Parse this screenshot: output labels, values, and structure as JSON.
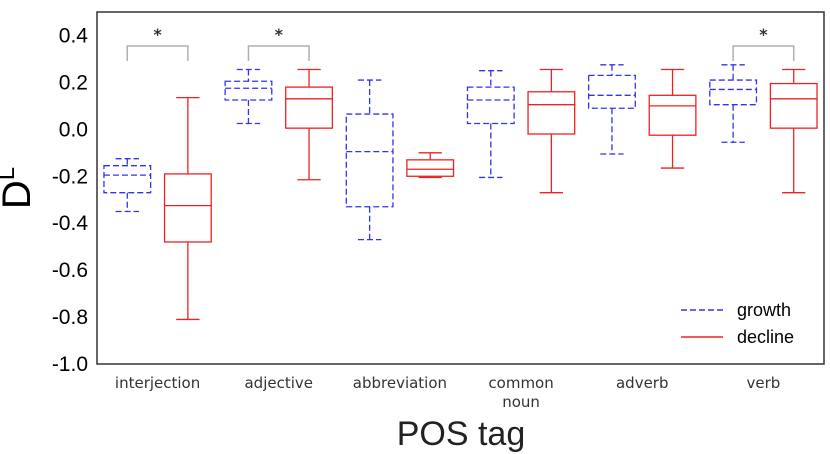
{
  "chart_data": {
    "type": "box",
    "xlabel": "POS tag",
    "ylabel": "D",
    "ylabel_superscript": "L",
    "ylim": [
      -1.0,
      0.5
    ],
    "yticks": [
      0.4,
      0.2,
      0.0,
      -0.2,
      -0.4,
      -0.6,
      -0.8,
      -1.0
    ],
    "ytick_labels": [
      "0.4",
      "0.2",
      "0.0",
      "-0.2",
      "-0.4",
      "-0.6",
      "-0.8",
      "-1.0"
    ],
    "categories": [
      {
        "label": "interjection",
        "label_lines": [
          "interjection"
        ]
      },
      {
        "label": "adjective",
        "label_lines": [
          "adjective"
        ]
      },
      {
        "label": "abbreviation",
        "label_lines": [
          "abbreviation"
        ]
      },
      {
        "label": "common noun",
        "label_lines": [
          "common",
          "noun"
        ]
      },
      {
        "label": "adverb",
        "label_lines": [
          "adverb"
        ]
      },
      {
        "label": "verb",
        "label_lines": [
          "verb"
        ]
      }
    ],
    "series": [
      {
        "name": "growth",
        "color": "#3333ee",
        "dashed": true,
        "boxes": [
          {
            "whislo": -0.35,
            "q1": -0.27,
            "med": -0.195,
            "q3": -0.155,
            "whishi": -0.125
          },
          {
            "whislo": 0.025,
            "q1": 0.125,
            "med": 0.175,
            "q3": 0.205,
            "whishi": 0.255
          },
          {
            "whislo": -0.47,
            "q1": -0.33,
            "med": -0.095,
            "q3": 0.065,
            "whishi": 0.21
          },
          {
            "whislo": -0.205,
            "q1": 0.025,
            "med": 0.125,
            "q3": 0.18,
            "whishi": 0.25
          },
          {
            "whislo": -0.105,
            "q1": 0.09,
            "med": 0.145,
            "q3": 0.23,
            "whishi": 0.275
          },
          {
            "whislo": -0.055,
            "q1": 0.105,
            "med": 0.17,
            "q3": 0.21,
            "whishi": 0.275
          }
        ]
      },
      {
        "name": "decline",
        "color": "#ee2222",
        "dashed": false,
        "boxes": [
          {
            "whislo": -0.81,
            "q1": -0.48,
            "med": -0.325,
            "q3": -0.19,
            "whishi": 0.135
          },
          {
            "whislo": -0.215,
            "q1": 0.005,
            "med": 0.13,
            "q3": 0.18,
            "whishi": 0.255
          },
          {
            "whislo": -0.205,
            "q1": -0.2,
            "med": -0.17,
            "q3": -0.13,
            "whishi": -0.1
          },
          {
            "whislo": -0.27,
            "q1": -0.02,
            "med": 0.105,
            "q3": 0.16,
            "whishi": 0.255
          },
          {
            "whislo": -0.165,
            "q1": -0.025,
            "med": 0.1,
            "q3": 0.145,
            "whishi": 0.255
          },
          {
            "whislo": -0.27,
            "q1": 0.005,
            "med": 0.13,
            "q3": 0.195,
            "whishi": 0.255
          }
        ]
      }
    ],
    "significance": [
      {
        "category_index": 0,
        "label": "*",
        "y": 0.355
      },
      {
        "category_index": 1,
        "label": "*",
        "y": 0.355
      },
      {
        "category_index": 5,
        "label": "*",
        "y": 0.355
      }
    ],
    "legend": {
      "placement": "bottom-right",
      "entries": [
        "growth",
        "decline"
      ]
    },
    "grid": false
  }
}
